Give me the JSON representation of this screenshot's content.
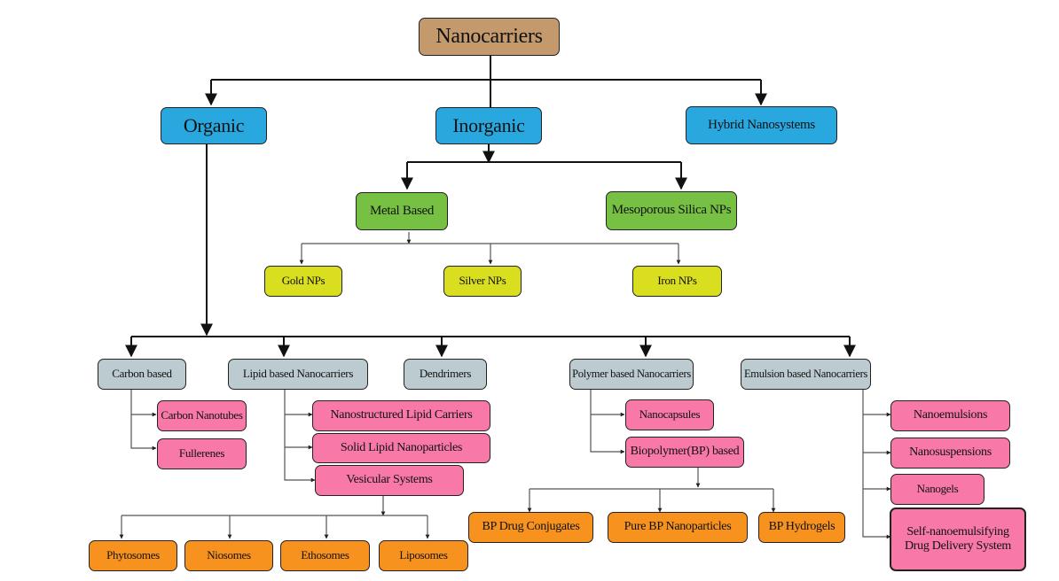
{
  "title": "Nanocarriers",
  "colors": {
    "root": "#c49a6c",
    "category": "#29a8e0",
    "inorganic_sub": "#76c043",
    "metal_np": "#d9de1f",
    "organic_sub": "#bccbd0",
    "leaf": "#f878a8",
    "subleaf": "#f7921e"
  },
  "nodes": {
    "root": "Nanocarriers",
    "organic": "Organic",
    "inorganic": "Inorganic",
    "hybrid": "Hybrid Nanosystems",
    "metal": "Metal Based",
    "silica": "Mesoporous Silica NPs",
    "gold": "Gold NPs",
    "silver": "Silver NPs",
    "iron": "Iron NPs",
    "carbon": "Carbon based",
    "lipid": "Lipid based Nanocarriers",
    "dendrimers": "Dendrimers",
    "polymer": "Polymer based Nanocarriers",
    "emulsion": "Emulsion based Nanocarriers",
    "cnt": "Carbon Nanotubes",
    "fullerenes": "Fullerenes",
    "nlc": "Nanostructured Lipid Carriers",
    "sln": "Solid Lipid Nanoparticles",
    "vesicular": "Vesicular Systems",
    "phytosomes": "Phytosomes",
    "niosomes": "Niosomes",
    "ethosomes": "Ethosomes",
    "liposomes": "Liposomes",
    "nanocapsules": "Nanocapsules",
    "biopolymer": "Biopolymer(BP) based",
    "bpconj": "BP Drug Conjugates",
    "purebp": "Pure BP Nanoparticles",
    "bphydro": "BP Hydrogels",
    "nanoemulsions": "Nanoemulsions",
    "nanosuspensions": "Nanosuspensions",
    "nanogels": "Nanogels",
    "sndds": "Self-nanoemulsifying Drug Delivery System"
  }
}
